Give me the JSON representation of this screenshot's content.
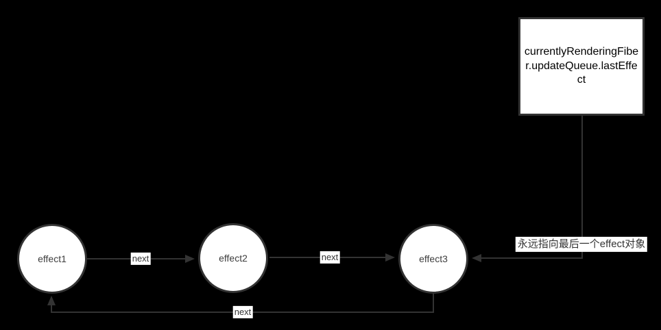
{
  "diagram": {
    "box": {
      "label": "currentlyRenderingFiber.updateQueue.lastEffect"
    },
    "nodes": [
      {
        "id": "effect1",
        "label": "effect1"
      },
      {
        "id": "effect2",
        "label": "effect2"
      },
      {
        "id": "effect3",
        "label": "effect3"
      }
    ],
    "edges": [
      {
        "from": "effect1",
        "to": "effect2",
        "label": "next"
      },
      {
        "from": "effect2",
        "to": "effect3",
        "label": "next"
      },
      {
        "from": "effect3",
        "to": "effect1",
        "label": "next"
      },
      {
        "from": "lastEffect-box",
        "to": "effect3",
        "label": ""
      }
    ],
    "annotation": {
      "label": "永远指向最后一个effect对象"
    },
    "colors": {
      "background": "#000000",
      "line": "#333333",
      "node_fill": "#ffffff",
      "node_border": "#333333",
      "node_text": "#3d3d3d",
      "box_fill": "#ffffff",
      "box_text": "#000000",
      "label_bg": "#ffffff",
      "label_text": "#333333"
    }
  }
}
